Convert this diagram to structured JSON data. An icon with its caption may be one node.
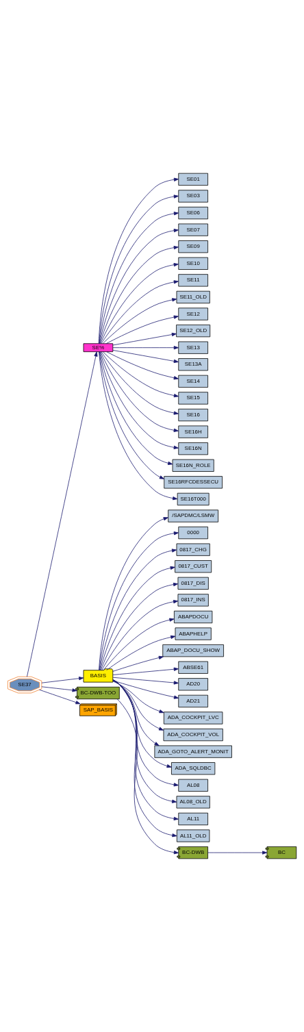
{
  "diagram": {
    "nodes": [
      {
        "text": [
          "SE37"
        ]
      },
      {
        "text": [
          "SE%"
        ]
      },
      {
        "text": [
          "SE01"
        ]
      },
      {
        "text": [
          "SE03"
        ]
      },
      {
        "text": [
          "SE06"
        ]
      },
      {
        "text": [
          "SE07"
        ]
      },
      {
        "text": [
          "SE09"
        ]
      },
      {
        "text": [
          "SE10"
        ]
      },
      {
        "text": [
          "SE11"
        ]
      },
      {
        "text": [
          "SE11_OLD"
        ]
      },
      {
        "text": [
          "SE12"
        ]
      },
      {
        "text": [
          "SE12_OLD"
        ]
      },
      {
        "text": [
          "SE13"
        ]
      },
      {
        "text": [
          "SE13A"
        ]
      },
      {
        "text": [
          "SE14"
        ]
      },
      {
        "text": [
          "SE15"
        ]
      },
      {
        "text": [
          "SE16"
        ]
      },
      {
        "text": [
          "SE16H"
        ]
      },
      {
        "text": [
          "SE16N"
        ]
      },
      {
        "text": [
          "SE16N_ROLE"
        ]
      },
      {
        "text": [
          "SE16RFCDESSECU"
        ]
      },
      {
        "text": [
          "SE16T000"
        ]
      },
      {
        "text": [
          "BASIS"
        ]
      },
      {
        "text": [
          "BC-DWB-TOO"
        ]
      },
      {
        "text": [
          "SAP_BASIS"
        ]
      },
      {
        "text": [
          "/SAPDMC/LSMW"
        ]
      },
      {
        "text": [
          "0000"
        ]
      },
      {
        "text": [
          "0817_CHG"
        ]
      },
      {
        "text": [
          "0817_CUST"
        ]
      },
      {
        "text": [
          "0817_DIS"
        ]
      },
      {
        "text": [
          "0817_INS"
        ]
      },
      {
        "text": [
          "ABAPDOCU"
        ]
      },
      {
        "text": [
          "ABAPHELP"
        ]
      },
      {
        "text": [
          "ABAP_DOCU_SHOW"
        ]
      },
      {
        "text": [
          "ABSE61"
        ]
      },
      {
        "text": [
          "AD20"
        ]
      },
      {
        "text": [
          "AD21"
        ]
      },
      {
        "text": [
          "ADA_COCKPIT_LVC"
        ]
      },
      {
        "text": [
          "ADA_COCKPIT_VOL"
        ]
      },
      {
        "text": [
          "ADA_GOTO_ALERT_MONIT"
        ]
      },
      {
        "text": [
          "ADA_SQLDBC"
        ]
      },
      {
        "text": [
          "AL08"
        ]
      },
      {
        "text": [
          "AL08_OLD"
        ]
      },
      {
        "text": [
          "AL11"
        ]
      },
      {
        "text": [
          "AL11_OLD"
        ]
      },
      {
        "text": [
          "BC-DWB"
        ]
      },
      {
        "text": [
          "BC"
        ]
      }
    ],
    "edges": [
      {
        "from": 0,
        "to": 1,
        "arrow": "to"
      },
      {
        "from": 1,
        "to": 2,
        "arrow": "to"
      },
      {
        "from": 1,
        "to": 3,
        "arrow": "to"
      },
      {
        "from": 1,
        "to": 4,
        "arrow": "to"
      },
      {
        "from": 1,
        "to": 5,
        "arrow": "to"
      },
      {
        "from": 1,
        "to": 6,
        "arrow": "to"
      },
      {
        "from": 1,
        "to": 7,
        "arrow": "to"
      },
      {
        "from": 1,
        "to": 8,
        "arrow": "to"
      },
      {
        "from": 1,
        "to": 9,
        "arrow": "to"
      },
      {
        "from": 1,
        "to": 10,
        "arrow": "to"
      },
      {
        "from": 1,
        "to": 11,
        "arrow": "to"
      },
      {
        "from": 1,
        "to": 12,
        "arrow": "to"
      },
      {
        "from": 1,
        "to": 13,
        "arrow": "to"
      },
      {
        "from": 1,
        "to": 14,
        "arrow": "to"
      },
      {
        "from": 1,
        "to": 15,
        "arrow": "to"
      },
      {
        "from": 1,
        "to": 16,
        "arrow": "to"
      },
      {
        "from": 1,
        "to": 17,
        "arrow": "to"
      },
      {
        "from": 1,
        "to": 18,
        "arrow": "to"
      },
      {
        "from": 1,
        "to": 19,
        "arrow": "to"
      },
      {
        "from": 1,
        "to": 20,
        "arrow": "to"
      },
      {
        "from": 1,
        "to": 21,
        "arrow": "to"
      },
      {
        "from": 0,
        "to": 22,
        "arrow": "to"
      },
      {
        "from": 0,
        "to": 23,
        "arrow": "to"
      },
      {
        "from": 0,
        "to": 24,
        "arrow": "to"
      },
      {
        "from": 22,
        "to": 25,
        "arrow": "to"
      },
      {
        "from": 22,
        "to": 26,
        "arrow": "to"
      },
      {
        "from": 22,
        "to": 27,
        "arrow": "to"
      },
      {
        "from": 22,
        "to": 28,
        "arrow": "to"
      },
      {
        "from": 22,
        "to": 29,
        "arrow": "to"
      },
      {
        "from": 22,
        "to": 30,
        "arrow": "to"
      },
      {
        "from": 22,
        "to": 31,
        "arrow": "to"
      },
      {
        "from": 22,
        "to": 32,
        "arrow": "to"
      },
      {
        "from": 22,
        "to": 33,
        "arrow": "to"
      },
      {
        "from": 22,
        "to": 34,
        "arrow": "to"
      },
      {
        "from": 22,
        "to": 35,
        "arrow": "to"
      },
      {
        "from": 22,
        "to": 36,
        "arrow": "to"
      },
      {
        "from": 22,
        "to": 37,
        "arrow": "to"
      },
      {
        "from": 22,
        "to": 38,
        "arrow": "to"
      },
      {
        "from": 22,
        "to": 39,
        "arrow": "to"
      },
      {
        "from": 22,
        "to": 40,
        "arrow": "to"
      },
      {
        "from": 22,
        "to": 41,
        "arrow": "to"
      },
      {
        "from": 22,
        "to": 42,
        "arrow": "to"
      },
      {
        "from": 22,
        "to": 43,
        "arrow": "to"
      },
      {
        "from": 22,
        "to": 44,
        "arrow": "to"
      },
      {
        "from": 23,
        "to": 45,
        "arrow": "to"
      },
      {
        "from": 45,
        "to": 46,
        "arrow": "to"
      }
    ]
  }
}
